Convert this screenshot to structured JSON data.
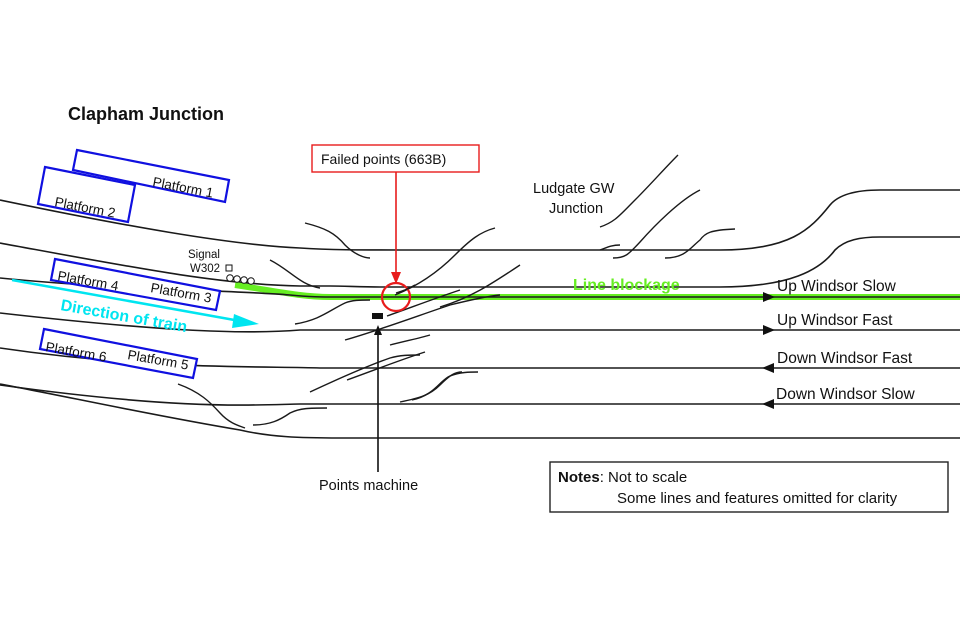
{
  "title": "Clapham Junction",
  "platforms": [
    {
      "id": "p1",
      "label": "Platform 1"
    },
    {
      "id": "p2",
      "label": "Platform 2"
    },
    {
      "id": "p3",
      "label": "Platform 3"
    },
    {
      "id": "p4",
      "label": "Platform 4"
    },
    {
      "id": "p5",
      "label": "Platform 5"
    },
    {
      "id": "p6",
      "label": "Platform 6"
    }
  ],
  "signal": {
    "label_line1": "Signal",
    "label_line2": "W302"
  },
  "direction_label": "Direction of train",
  "failed_points_label": "Failed points (663B)",
  "points_machine_label": "Points machine",
  "junction_label": {
    "line1": "Ludgate GW",
    "line2": "Junction"
  },
  "line_blockage_label": "Line blockage",
  "lines": [
    {
      "name": "Up Windsor Slow",
      "direction": "right"
    },
    {
      "name": "Up Windsor Fast",
      "direction": "right"
    },
    {
      "name": "Down Windsor Fast",
      "direction": "left"
    },
    {
      "name": "Down Windsor Slow",
      "direction": "left"
    }
  ],
  "notes": {
    "heading": "Notes",
    "line1": ": Not to scale",
    "line2": "Some lines and features omitted for clarity"
  },
  "colors": {
    "platform": "#1010e0",
    "failed": "#e81c1c",
    "blockage": "#66ee22",
    "direction": "#00e5f0",
    "track": "#1a1a1a"
  }
}
